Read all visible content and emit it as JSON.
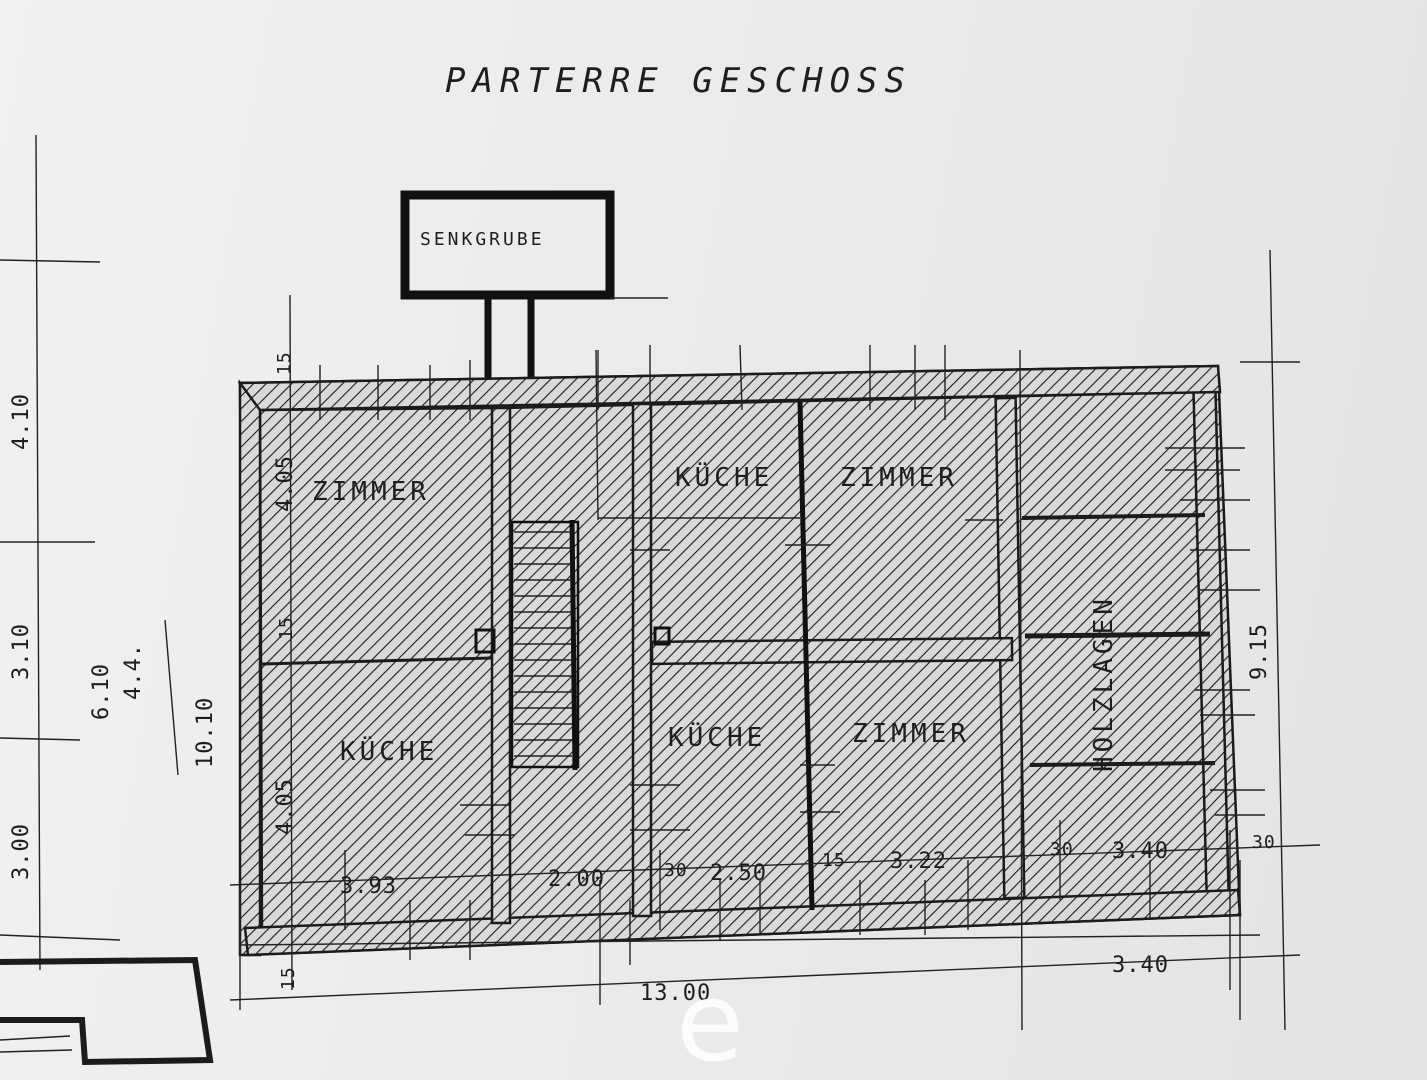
{
  "title": "PARTERRE GESCHOSS",
  "rooms": {
    "cesspit": "SENKGRUBE",
    "zimmer_left": "ZIMMER",
    "kueche_left": "KÜCHE",
    "kueche_top": "KÜCHE",
    "zimmer_top": "ZIMMER",
    "kueche_bottom": "KÜCHE",
    "zimmer_bottom": "ZIMMER",
    "holzlagen": "HOLZLAGEN"
  },
  "dimensions": {
    "left_outer_top": "4.10",
    "left_outer_mid": "3.10",
    "left_outer_bottom": "3.00",
    "left_calc_1": "6.10",
    "left_calc_2": "4.4.",
    "left_calc_total": "10.10",
    "wall_top": "15",
    "room_zimmer_h": "4.05",
    "wall_mid": "15",
    "room_kueche_h": "4.05",
    "wall_bottom": "15",
    "w_393": "3.93",
    "w_200": "2.00",
    "w_30a": "30",
    "w_250": "2.50",
    "w_15": "15",
    "w_322": "3.22",
    "w_30b": "30",
    "w_340": "3.40",
    "w_30c": "30",
    "total_width": "13.00",
    "right_bottom": "3.40",
    "right_height": "9.15"
  },
  "watermark": "e"
}
